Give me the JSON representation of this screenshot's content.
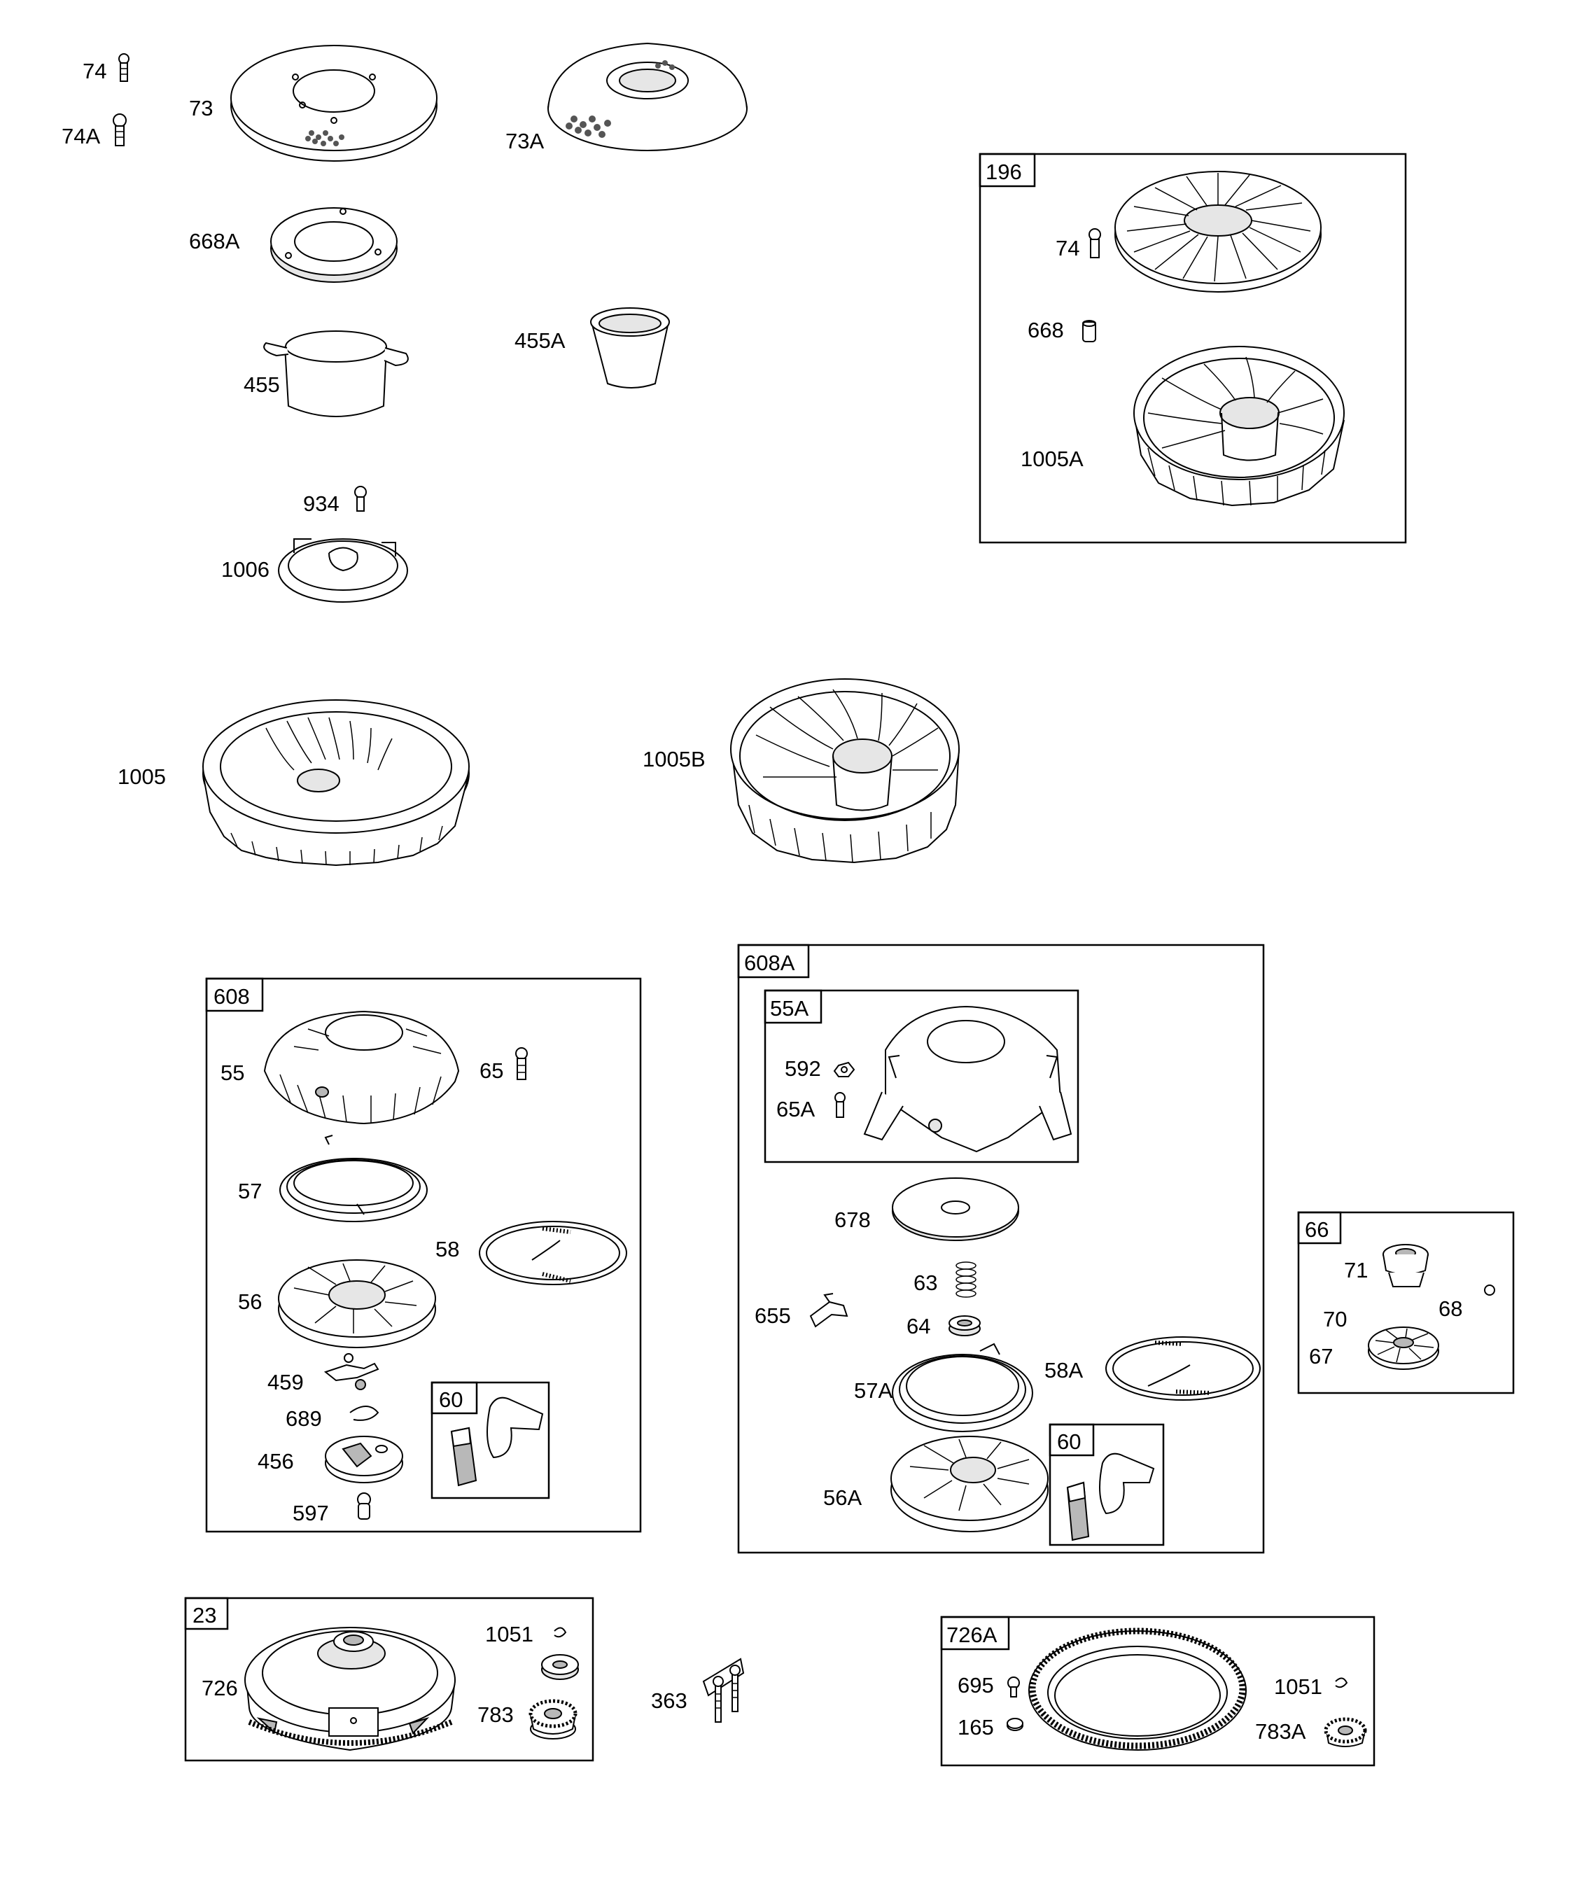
{
  "labels": {
    "p74": "74",
    "p74a": "74A",
    "p73": "73",
    "p73a": "73A",
    "p668a": "668A",
    "p455": "455",
    "p455a": "455A",
    "p934": "934",
    "p1006": "1006",
    "p1005": "1005",
    "p1005b": "1005B",
    "p74_196": "74",
    "p668": "668",
    "p1005a": "1005A",
    "p55": "55",
    "p65": "65",
    "p57": "57",
    "p58": "58",
    "p56": "56",
    "p459": "459",
    "p689": "689",
    "p456": "456",
    "p597": "597",
    "p60": "60",
    "p592": "592",
    "p65a": "65A",
    "p678": "678",
    "p63": "63",
    "p655": "655",
    "p64": "64",
    "p57a": "57A",
    "p58a": "58A",
    "p56a": "56A",
    "p60b": "60",
    "p71": "71",
    "p70": "70",
    "p68": "68",
    "p67": "67",
    "p726": "726",
    "p1051": "1051",
    "p783": "783",
    "p363": "363",
    "p695": "695",
    "p165": "165",
    "p1051b": "1051",
    "p783a": "783A"
  },
  "boxes": {
    "b196": "196",
    "b608": "608",
    "b608a": "608A",
    "b55a": "55A",
    "b60": "60",
    "b60b": "60",
    "b66": "66",
    "b23": "23",
    "b726a": "726A"
  }
}
